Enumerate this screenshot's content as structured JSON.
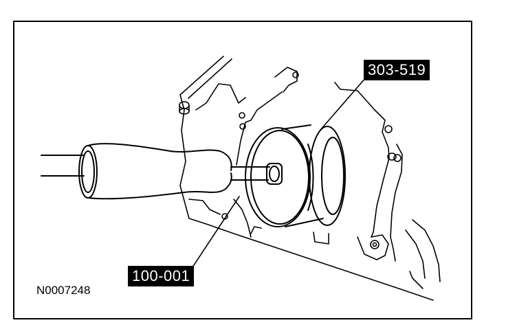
{
  "figure": {
    "id": "N0007248",
    "callouts": {
      "seal_remover": "303-519",
      "slide_hammer": "100-001"
    }
  }
}
